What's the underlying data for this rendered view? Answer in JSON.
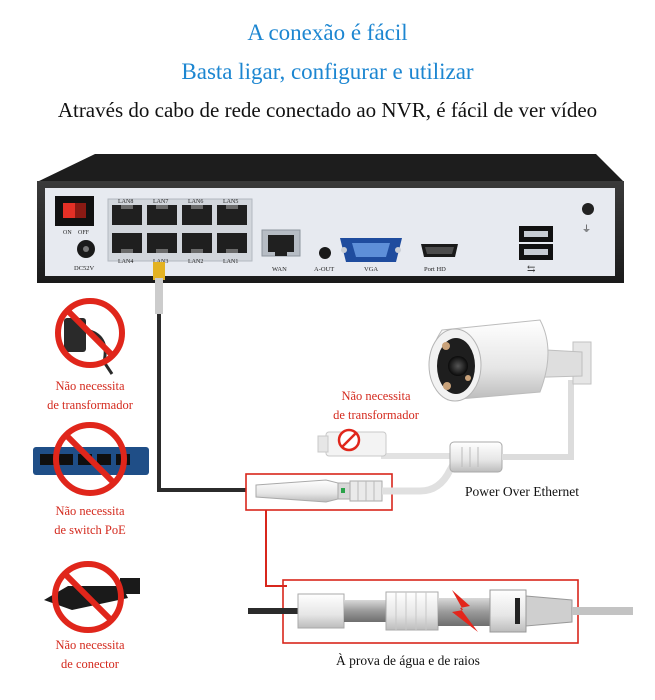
{
  "header": {
    "title": "A conexão é fácil",
    "subtitle": "Basta ligar, configurar e utilizar",
    "tagline": "Através do cabo de rede conectado ao NVR, é fácil de ver vídeo"
  },
  "nvr": {
    "ports_top": [
      "LAN8",
      "LAN7",
      "LAN6",
      "LAN5"
    ],
    "ports_bottom": [
      "LAN4",
      "LAN3",
      "LAN2",
      "LAN1"
    ],
    "power_on": "ON",
    "power_off": "OFF",
    "dc": "DC52V",
    "wan": "WAN",
    "aout": "A-OUT",
    "vga": "VGA",
    "hdmi": "Port HD",
    "usb": "⇆"
  },
  "notes": {
    "no_transformer_left_1": "Não necessita",
    "no_transformer_left_2": "de transformador",
    "no_switch_1": "Não necessita",
    "no_switch_2": "de switch PoE",
    "no_connector_1": "Não necessita",
    "no_connector_2": "de conector",
    "no_transformer_right_1": "Não necessita",
    "no_transformer_right_2": "de transformador"
  },
  "labels": {
    "poe": "Power Over Ethernet",
    "waterproof": "À prova de água e de raios"
  },
  "colors": {
    "title_blue": "#1c86d1",
    "warning_red": "#d42a1e",
    "prohibit_red": "#e0261b",
    "nvr_body": "#262626",
    "panel": "#e7eaf0"
  }
}
